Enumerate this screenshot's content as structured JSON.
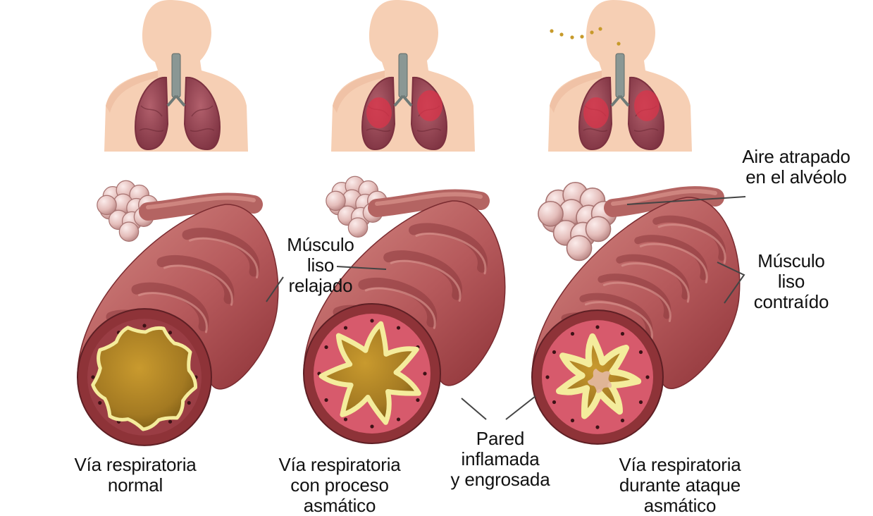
{
  "colors": {
    "skin": "#f6cfb4",
    "skin_shadow": "#e9b597",
    "lung": "#9d4a58",
    "lung_dark": "#7c3140",
    "inflamed": "#d9344a",
    "trachea": "#8a9794",
    "airway_outer": "#a8484e",
    "airway_band": "#c4706e",
    "airway_end": "#8e3338",
    "inflamed_wall": "#d75a6c",
    "lumen": "#d9b34a",
    "lumen_dark": "#8a6c1c",
    "mucus_edge": "#f4ec9c",
    "alveoli": "#e7c3c0"
  },
  "icons": [
    "human-torso",
    "lungs",
    "trachea",
    "bronchiole",
    "alveoli-cluster",
    "inhaled-particles"
  ],
  "labels": {
    "airway_normal": [
      "Vía respiratoria",
      "normal"
    ],
    "airway_asthmatic": [
      "Vía respiratoria",
      "con proceso",
      "asmático"
    ],
    "wall": [
      "Pared",
      "inflamada",
      "y engrosada"
    ],
    "airway_attack": [
      "Vía respiratoria",
      "durante ataque",
      "asmático"
    ],
    "muscle_relaxed": [
      "Músculo",
      "liso",
      "relajado"
    ],
    "muscle_contracted": [
      "Músculo",
      "liso",
      "contraído"
    ],
    "trapped_air": [
      "Aire atrapado",
      "en el alvéolo"
    ]
  }
}
